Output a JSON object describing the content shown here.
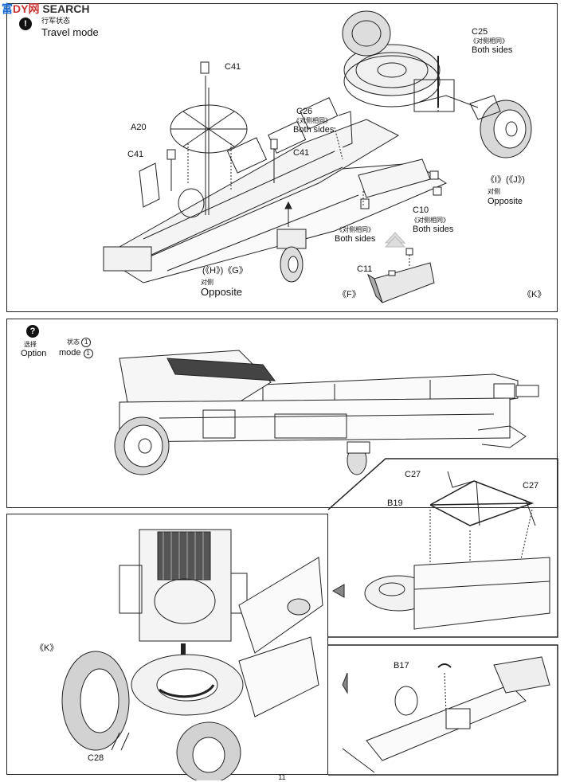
{
  "watermark": {
    "cn": "富",
    "cn2": "网",
    "en": "SEARCH",
    "extra": "DY"
  },
  "panel1": {
    "step_symbol": "!",
    "mode_cn": "行军状态",
    "mode_en": "Travel mode",
    "labels": {
      "c41_a": "C41",
      "a20": "A20",
      "c41_b": "C41",
      "c41_c": "C41",
      "c26": "C26",
      "c26_cn": "《对侧相同》",
      "c26_en": "Both sides",
      "c25": "C25",
      "c25_cn": "《对侧相同》",
      "c25_en": "Both sides",
      "i_j": "《I》(《J》)",
      "i_j_cn": "对侧",
      "i_j_en": "Opposite",
      "c10": "C10",
      "c10_cn": "《对侧相同》",
      "c10_en": "Both sides",
      "both_left_cn": "《对侧相同》",
      "both_left_en": "Both sides",
      "h_g": "(《H》)《G》",
      "h_g_cn": "对侧",
      "h_g_en": "Opposite",
      "c11": "C11",
      "f": "《F》",
      "k": "《K》"
    }
  },
  "panel2": {
    "step_symbol": "?",
    "option_cn": "选择",
    "option_en": "Option",
    "state_cn": "状态",
    "state_num": "1",
    "mode_en": "mode",
    "mode_num": "1"
  },
  "panel3": {
    "k": "《K》",
    "c28": "C28"
  },
  "panel4": {
    "c27_a": "C27",
    "c27_b": "C27",
    "b19": "B19"
  },
  "panel5": {
    "b17": "B17"
  },
  "page_number": "11"
}
